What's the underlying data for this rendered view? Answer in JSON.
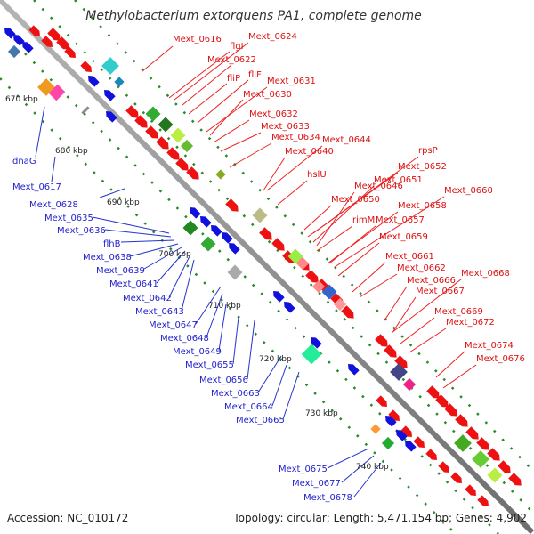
{
  "title": "Methylobacterium extorquens PA1, complete genome",
  "footer": {
    "accession": "Accession: NC_010172",
    "topology": "Topology: circular; Length: 5,471,154 bp; Genes: 4,902"
  },
  "ticks": [
    "670 kbp",
    "680 kbp",
    "690 kbp",
    "700 kbp",
    "710 kbp",
    "720 kbp",
    "730 kbp",
    "740 kbp"
  ],
  "red_labels": [
    "Mext_0616",
    "flgI",
    "Mext_0624",
    "Mext_0622",
    "fliP",
    "fliF",
    "Mext_0631",
    "Mext_0630",
    "Mext_0632",
    "Mext_0633",
    "Mext_0634",
    "Mext_0644",
    "Mext_0640",
    "rpsP",
    "Mext_0652",
    "hslU",
    "Mext_0651",
    "Mext_0646",
    "Mext_0650",
    "Mext_0660",
    "Mext_0658",
    "rimM",
    "Mext_0657",
    "Mext_0659",
    "Mext_0661",
    "Mext_0662",
    "Mext_0668",
    "Mext_0666",
    "Mext_0667",
    "Mext_0669",
    "Mext_0672",
    "Mext_0674",
    "Mext_0676"
  ],
  "blue_labels": [
    "dnaG",
    "Mext_0617",
    "Mext_0628",
    "Mext_0635",
    "Mext_0636",
    "flhB",
    "Mext_0638",
    "Mext_0639",
    "Mext_0641",
    "Mext_0642",
    "Mext_0643",
    "Mext_0647",
    "Mext_0648",
    "Mext_0649",
    "Mext_0655",
    "Mext_0656",
    "Mext_0663",
    "Mext_0664",
    "Mext_0665",
    "Mext_0675",
    "Mext_0677",
    "Mext_0678"
  ],
  "colors": {
    "backbone": "#8c8c8c",
    "forward_strand": "#ee1111",
    "reverse_strand": "#1111dd",
    "label_red": "#dd1111",
    "label_blue": "#2222cc",
    "dotted_ring": "#2a8a2a"
  }
}
